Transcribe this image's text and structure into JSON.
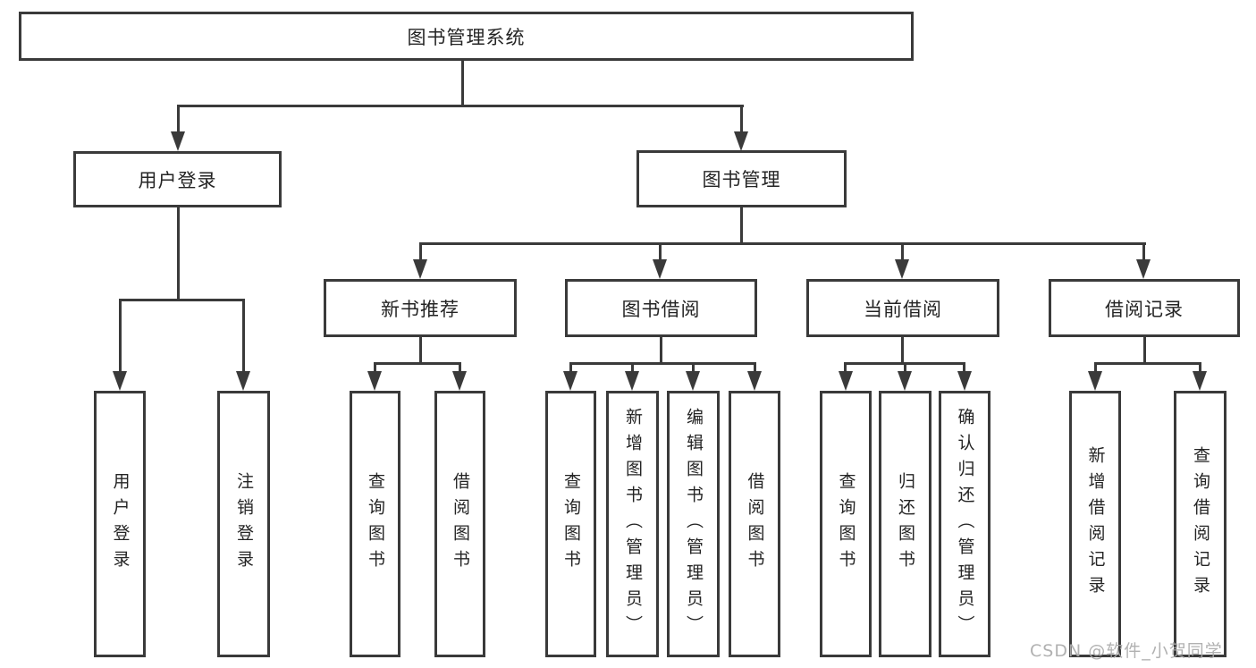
{
  "tree": {
    "root": {
      "label": "图书管理系统"
    },
    "children": [
      {
        "label": "用户登录",
        "children": [
          {
            "label": "用户登录"
          },
          {
            "label": "注销登录"
          }
        ]
      },
      {
        "label": "图书管理",
        "children": [
          {
            "label": "新书推荐",
            "children": [
              {
                "label": "查询图书"
              },
              {
                "label": "借阅图书"
              }
            ]
          },
          {
            "label": "图书借阅",
            "children": [
              {
                "label": "查询图书"
              },
              {
                "label": "新增图书（管理员）"
              },
              {
                "label": "编辑图书（管理员）"
              },
              {
                "label": "借阅图书"
              }
            ]
          },
          {
            "label": "当前借阅",
            "children": [
              {
                "label": "查询图书"
              },
              {
                "label": "归还图书"
              },
              {
                "label": "确认归还（管理员）"
              }
            ]
          },
          {
            "label": "借阅记录",
            "children": [
              {
                "label": "新增借阅记录"
              },
              {
                "label": "查询借阅记录"
              }
            ]
          }
        ]
      }
    ]
  },
  "watermark": {
    "text": "CSDN @软件_小贺同学"
  },
  "colors": {
    "line": "#3a3a3a",
    "text": "#242424",
    "watermark": "#ababab",
    "background": "#ffffff"
  }
}
